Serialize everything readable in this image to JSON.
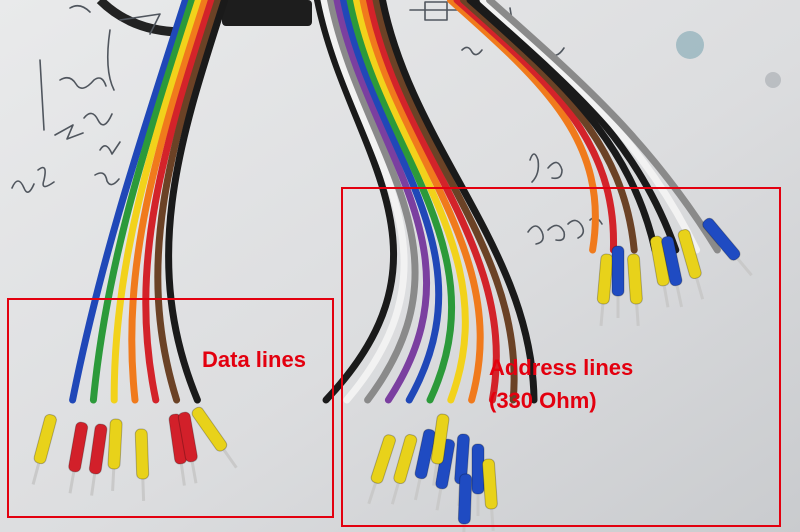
{
  "annotations": {
    "data_lines_label": "Data lines",
    "address_lines_label_line1": "Address lines",
    "address_lines_label_line2": "(330 Ohm)"
  },
  "colors": {
    "annotation_red": "#e3000f",
    "paper": "#e6e7e8",
    "ink": "#50565e",
    "pin_sleeve_yellow": "#e8d21a",
    "pin_sleeve_red": "#d2202a",
    "pin_sleeve_blue": "#1f4bc2"
  },
  "ribbon_palette": [
    "#1a1a1a",
    "#6b4226",
    "#d3232a",
    "#f07a1c",
    "#f2d21b",
    "#2c9a3a",
    "#2048b8",
    "#7b3fa0",
    "#8a8a8a",
    "#f2f2f2"
  ]
}
